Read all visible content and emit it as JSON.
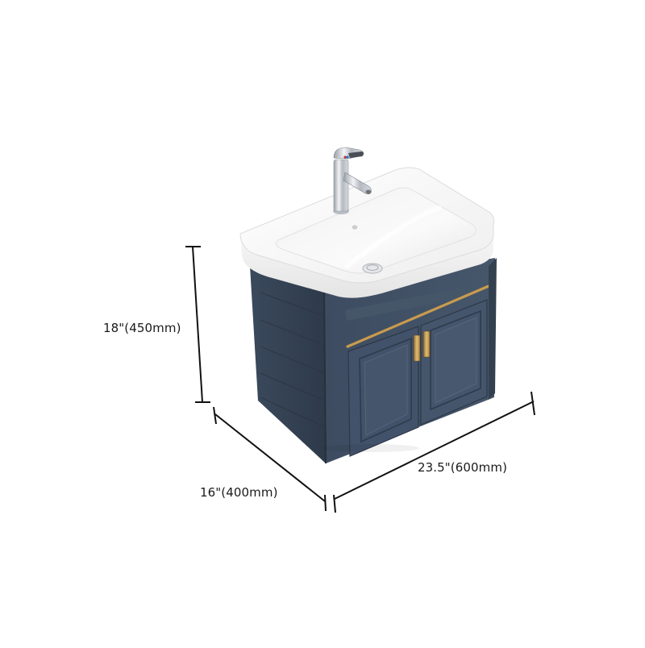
{
  "product": {
    "type": "wall-mounted bathroom vanity with ceramic basin",
    "cabinet_color": "#3f4f63",
    "cabinet_shadow_color": "#2f3b4b",
    "basin_color": "#f4f4f4",
    "handle_color": "#c9a35a",
    "trim_color": "#c89b4e",
    "faucet_color": "#c8cbd0"
  },
  "dimensions": {
    "height": {
      "label": "18\"(450mm)",
      "inches": 18,
      "mm": 450
    },
    "depth": {
      "label": "16\"(400mm)",
      "inches": 16,
      "mm": 400
    },
    "width": {
      "label": "23.5\"(600mm)",
      "inches": 23.5,
      "mm": 600
    }
  },
  "colors": {
    "background": "#ffffff",
    "dimension_line": "#111111",
    "text": "#1a1a1a"
  }
}
